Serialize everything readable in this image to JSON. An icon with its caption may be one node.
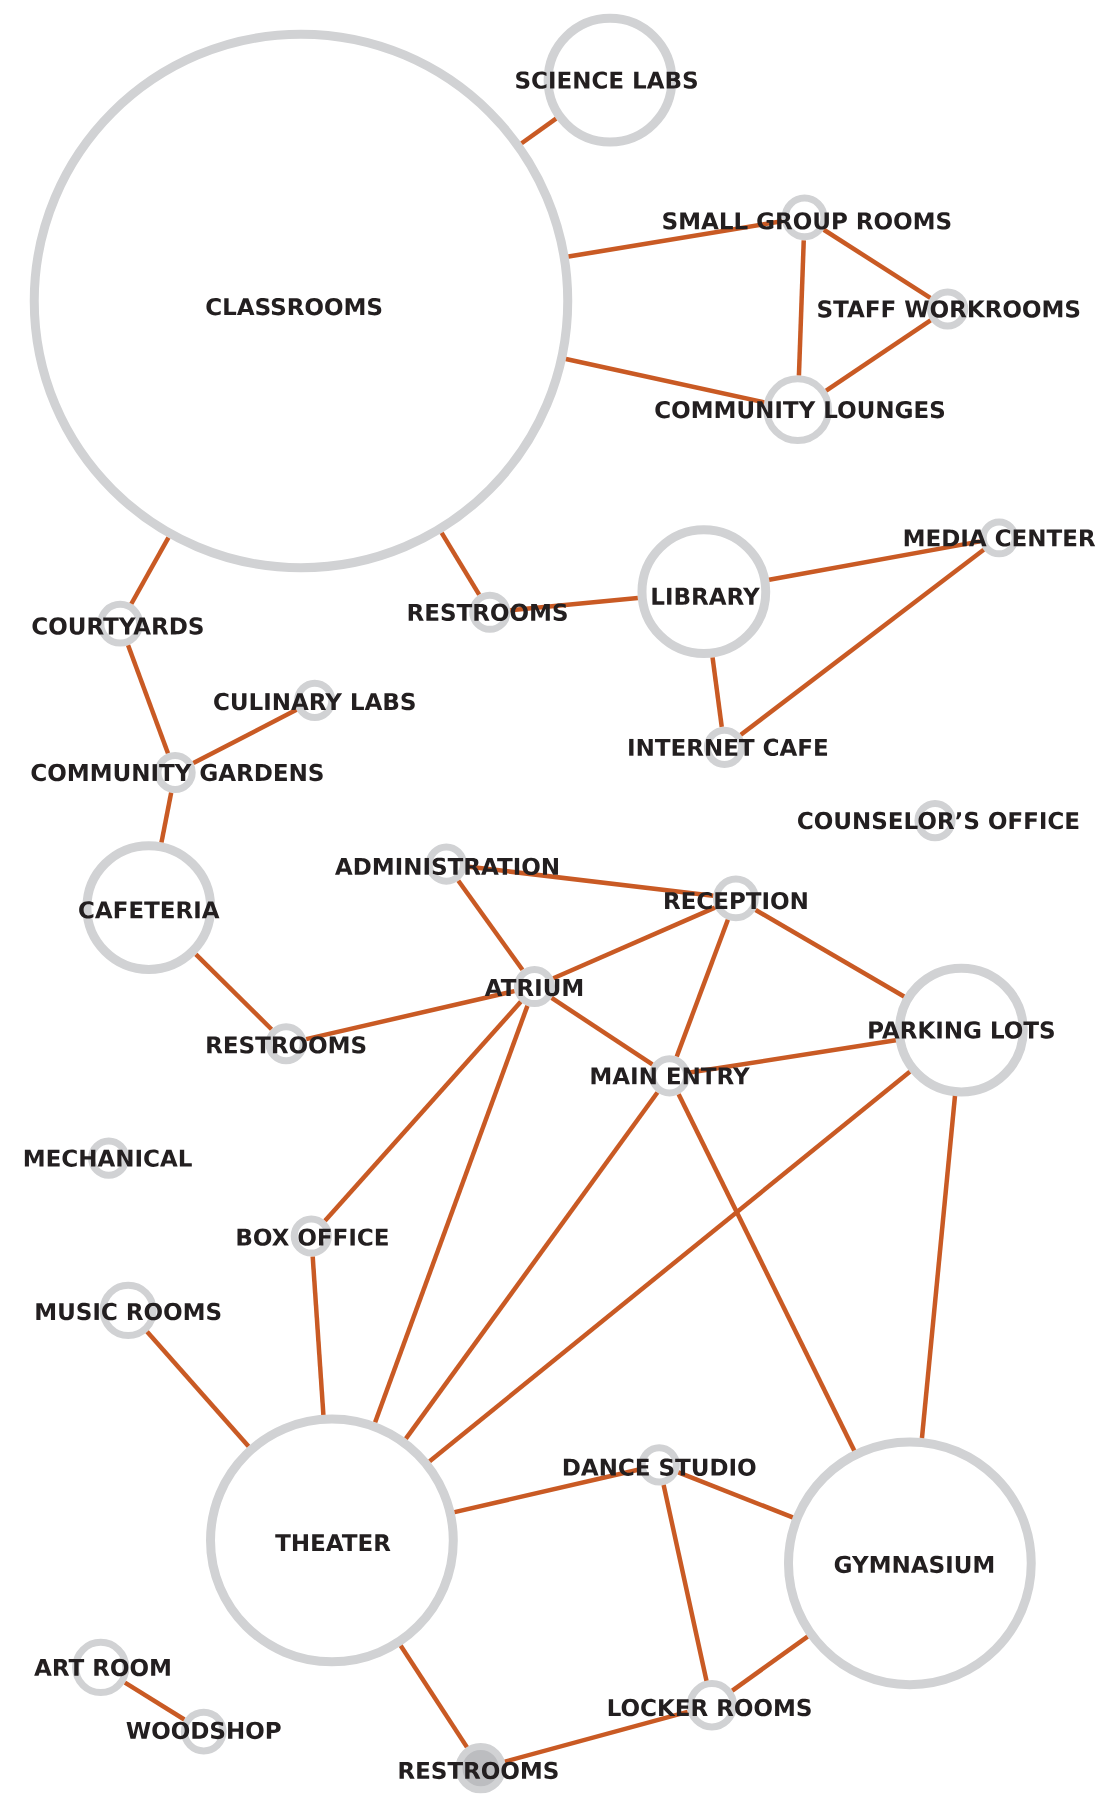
{
  "diagram": {
    "nodes": [
      {
        "text": [
          "CLASSROOMS"
        ]
      },
      {
        "text": [
          "SCIENCE LABS"
        ]
      },
      {
        "text": [
          "SMALL GROUP ROOMS"
        ]
      },
      {
        "text": [
          "STAFF WORKROOMS"
        ]
      },
      {
        "text": [
          "COMMUNITY LOUNGES"
        ]
      },
      {
        "text": [
          "RESTROOMS"
        ]
      },
      {
        "text": [
          "LIBRARY"
        ]
      },
      {
        "text": [
          "MEDIA CENTER"
        ]
      },
      {
        "text": [
          "INTERNET CAFE"
        ]
      },
      {
        "text": [
          "COURTYARDS"
        ]
      },
      {
        "text": [
          "CULINARY LABS"
        ]
      },
      {
        "text": [
          "COMMUNITY GARDENS"
        ]
      },
      {
        "text": [
          "CAFETERIA"
        ]
      },
      {
        "text": [
          "COUNSELOR’S OFFICE"
        ]
      },
      {
        "text": [
          "ADMINISTRATION"
        ]
      },
      {
        "text": [
          "RECEPTION"
        ]
      },
      {
        "text": [
          "ATRIUM"
        ]
      },
      {
        "text": [
          "RESTROOMS"
        ]
      },
      {
        "text": [
          "PARKING LOTS"
        ]
      },
      {
        "text": [
          "MAIN ENTRY"
        ]
      },
      {
        "text": [
          "MECHANICAL"
        ]
      },
      {
        "text": [
          "BOX OFFICE"
        ]
      },
      {
        "text": [
          "MUSIC ROOMS"
        ]
      },
      {
        "text": [
          "THEATER"
        ]
      },
      {
        "text": [
          "DANCE STUDIO"
        ]
      },
      {
        "text": [
          "GYMNASIUM"
        ]
      },
      {
        "text": [
          "ART ROOM"
        ]
      },
      {
        "text": [
          "WOODSHOP"
        ]
      },
      {
        "text": [
          "LOCKER ROOMS"
        ]
      },
      {
        "text": [
          "RESTROOMS"
        ]
      }
    ],
    "edges": [
      {
        "from": 0,
        "to": 1,
        "arrow": "none"
      },
      {
        "from": 0,
        "to": 2,
        "arrow": "none"
      },
      {
        "from": 0,
        "to": 4,
        "arrow": "none"
      },
      {
        "from": 2,
        "to": 3,
        "arrow": "none"
      },
      {
        "from": 2,
        "to": 4,
        "arrow": "none"
      },
      {
        "from": 3,
        "to": 4,
        "arrow": "none"
      },
      {
        "from": 0,
        "to": 9,
        "arrow": "none"
      },
      {
        "from": 0,
        "to": 5,
        "arrow": "none"
      },
      {
        "from": 5,
        "to": 6,
        "arrow": "none"
      },
      {
        "from": 6,
        "to": 7,
        "arrow": "none"
      },
      {
        "from": 6,
        "to": 8,
        "arrow": "none"
      },
      {
        "from": 8,
        "to": 7,
        "arrow": "none"
      },
      {
        "from": 9,
        "to": 11,
        "arrow": "none"
      },
      {
        "from": 10,
        "to": 11,
        "arrow": "none"
      },
      {
        "from": 11,
        "to": 12,
        "arrow": "none"
      },
      {
        "from": 12,
        "to": 17,
        "arrow": "none"
      },
      {
        "from": 17,
        "to": 16,
        "arrow": "none"
      },
      {
        "from": 14,
        "to": 16,
        "arrow": "none"
      },
      {
        "from": 14,
        "to": 15,
        "arrow": "none"
      },
      {
        "from": 15,
        "to": 16,
        "arrow": "none"
      },
      {
        "from": 15,
        "to": 18,
        "arrow": "none"
      },
      {
        "from": 15,
        "to": 19,
        "arrow": "none"
      },
      {
        "from": 16,
        "to": 19,
        "arrow": "none"
      },
      {
        "from": 19,
        "to": 18,
        "arrow": "none"
      },
      {
        "from": 16,
        "to": 21,
        "arrow": "none"
      },
      {
        "from": 16,
        "to": 23,
        "arrow": "none"
      },
      {
        "from": 19,
        "to": 23,
        "arrow": "none"
      },
      {
        "from": 18,
        "to": 23,
        "arrow": "none"
      },
      {
        "from": 19,
        "to": 25,
        "arrow": "none"
      },
      {
        "from": 18,
        "to": 25,
        "arrow": "none"
      },
      {
        "from": 21,
        "to": 23,
        "arrow": "none"
      },
      {
        "from": 22,
        "to": 23,
        "arrow": "none"
      },
      {
        "from": 23,
        "to": 24,
        "arrow": "none"
      },
      {
        "from": 24,
        "to": 25,
        "arrow": "none"
      },
      {
        "from": 24,
        "to": 28,
        "arrow": "none"
      },
      {
        "from": 25,
        "to": 28,
        "arrow": "none"
      },
      {
        "from": 23,
        "to": 29,
        "arrow": "none"
      },
      {
        "from": 29,
        "to": 28,
        "arrow": "none"
      },
      {
        "from": 26,
        "to": 27,
        "arrow": "none"
      }
    ]
  }
}
